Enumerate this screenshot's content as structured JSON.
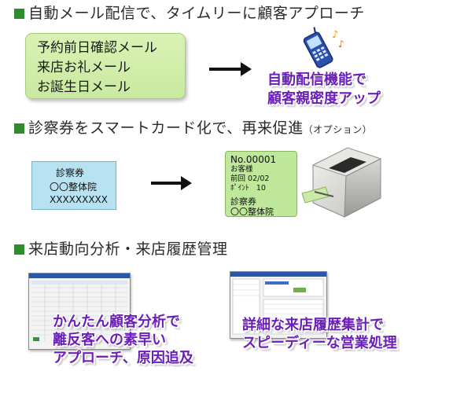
{
  "section1": {
    "heading": "自動メール配信で、タイムリーに顧客アプローチ",
    "email_types": [
      "予約前日確認メール",
      "来店お礼メール",
      "お誕生日メール"
    ],
    "result_lines": [
      "自動配信機能で",
      "顧客親密度アップ"
    ]
  },
  "section2": {
    "heading": "診察券をスマートカード化で、再来促進",
    "heading_note": "（オプション）",
    "paper_card": {
      "title": "診察券",
      "clinic": "〇〇整体院",
      "number": "XXXXXXXXX"
    },
    "smart_card": {
      "number": "No.00001",
      "customer": "お客様",
      "previous_label": "前回",
      "previous_date": "02/02",
      "points_label": "ﾎﾟｲﾝﾄ",
      "points_value": "10",
      "title": "診察券",
      "clinic": "〇〇整体院"
    }
  },
  "section3": {
    "heading": "来店動向分析・来店履歴管理",
    "analysis_lines": [
      "かんたん顧客分析で",
      "離反客への素早い",
      "アプローチ、原因追及"
    ],
    "history_lines": [
      "詳細な来店履歴集計で",
      "スピーディーな営業処理"
    ]
  },
  "colors": {
    "heading_square": "#2e8b2e",
    "highlight_text": "#6a1fb8",
    "email_box": "#d9f2b4",
    "paper_card": "#b6e2f2",
    "smart_card": "#bfe89a"
  },
  "icons": [
    "phone-icon",
    "music-note-icon",
    "card-printer-icon",
    "arrow-right-icon"
  ]
}
